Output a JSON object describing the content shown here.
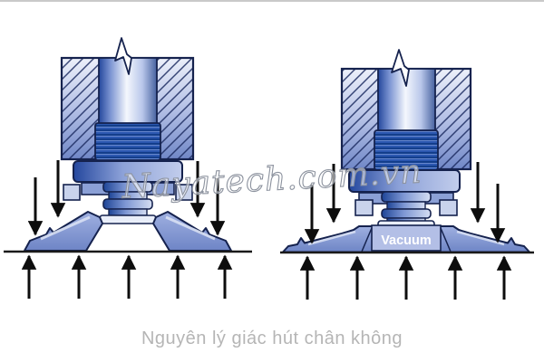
{
  "page": {
    "background_color": "#ffffff",
    "top_border_color": "#c9c9c9"
  },
  "watermark": {
    "text": "Nayatech.com.vn",
    "stroke_color": "#8d939f"
  },
  "caption": {
    "text": "Nguyên lý giác hút chân không",
    "color": "#b5b5b5"
  },
  "diagram": {
    "left_figure": {
      "down_arrow_count": 4,
      "up_arrow_count": 5,
      "vacuum_label": ""
    },
    "right_figure": {
      "down_arrow_count": 4,
      "up_arrow_count": 5,
      "vacuum_label": "Vacuum"
    },
    "colors": {
      "outline": "#15224e",
      "arrow": "#0d0d0d",
      "thread_blue": "#2b57b0",
      "cup_blue": "#8096d2",
      "chamber_blue": "#b3bfe6",
      "vacuum_text": "#ffffff"
    }
  }
}
